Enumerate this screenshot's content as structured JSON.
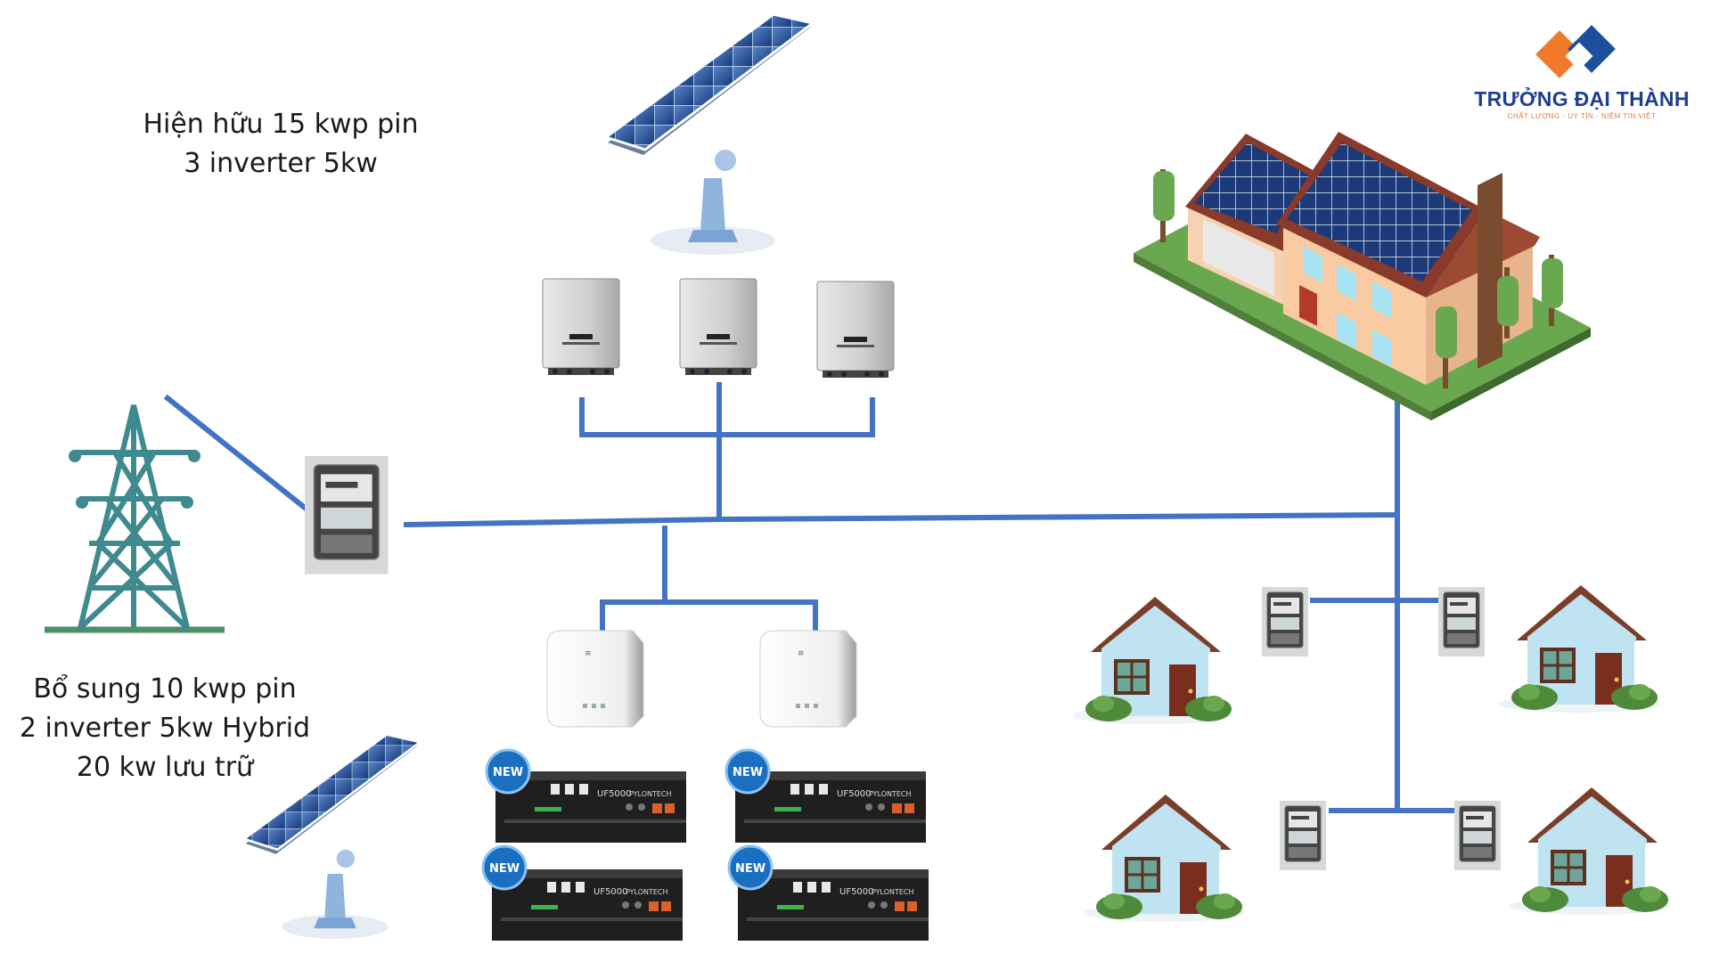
{
  "captions": {
    "existing_line1": "Hiện hữu 15 kwp pin",
    "existing_line2": "3 inverter 5kw",
    "added_line1": "Bổ sung 10 kwp pin",
    "added_line2": "2 inverter 5kw Hybrid",
    "added_line3": "20 kw lưu trữ"
  },
  "logo": {
    "name": "TRƯỞNG ĐẠI THÀNH",
    "slogan": "CHẤT LƯỢNG - UY TÍN - NIỀM TIN VIỆT",
    "colors": {
      "orange": "#f07a2a",
      "blue": "#1d4f9c"
    }
  },
  "devices": {
    "battery_badge": "NEW",
    "battery_model": "UF5000",
    "battery_brand": "PYLONTECH"
  },
  "colors": {
    "wire": "#4472c4",
    "tower": "#3f8a8f",
    "panel": "#1f4f9c"
  }
}
